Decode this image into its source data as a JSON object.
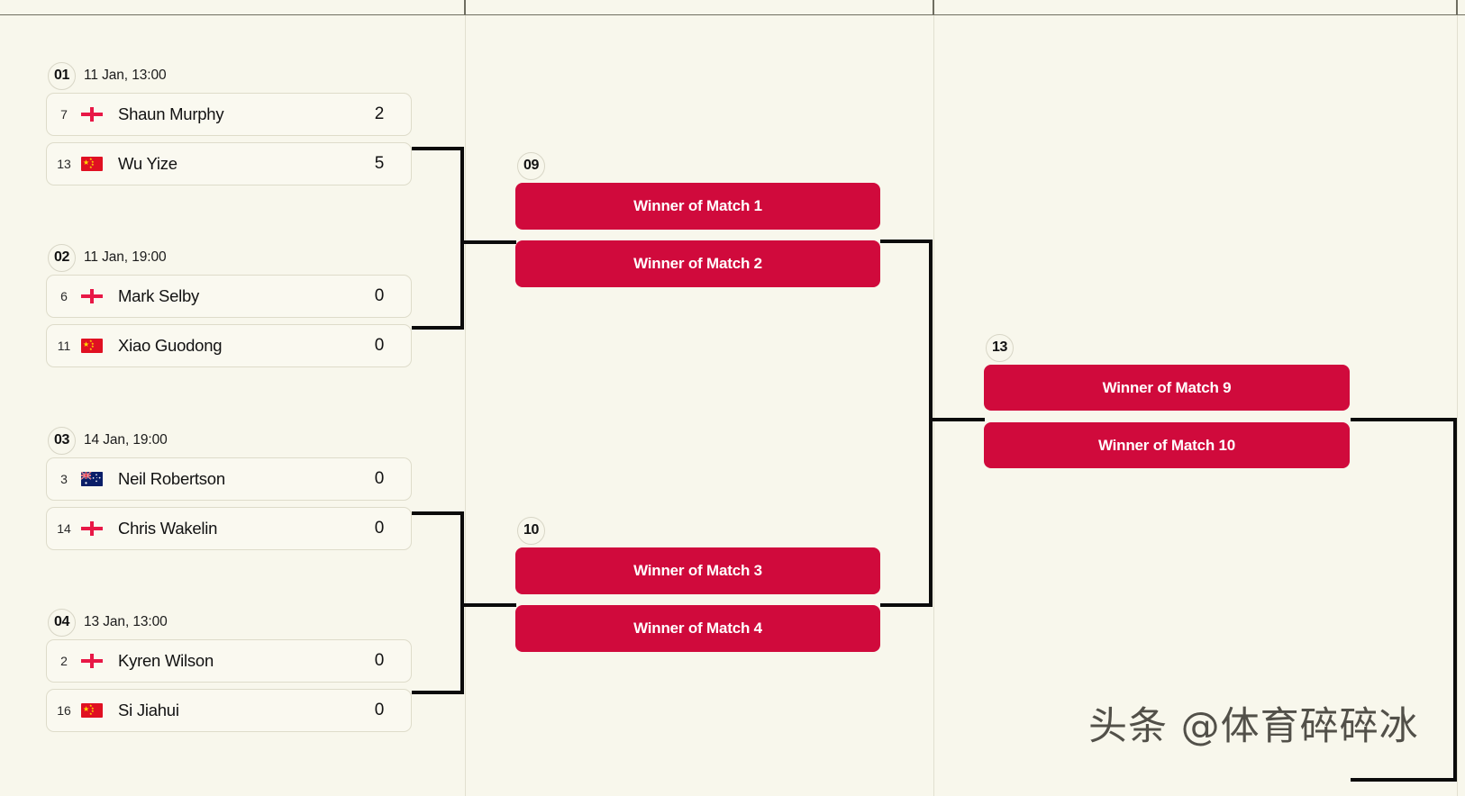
{
  "theme": {
    "background": "#f8f7ec",
    "card_bg": "#faf9f0",
    "card_border": "#dedcca",
    "winner_red": "#d00a3c",
    "line_black": "#0b0b0b",
    "divider": "#6f6e61",
    "text": "#121212"
  },
  "round1": [
    {
      "number": "01",
      "date": "11 Jan, 13:00",
      "players": [
        {
          "seed": "7",
          "flag": "england-flag",
          "name": "Shaun Murphy",
          "score": "2"
        },
        {
          "seed": "13",
          "flag": "china-flag",
          "name": "Wu Yize",
          "score": "5"
        }
      ]
    },
    {
      "number": "02",
      "date": "11 Jan, 19:00",
      "players": [
        {
          "seed": "6",
          "flag": "england-flag",
          "name": "Mark Selby",
          "score": "0"
        },
        {
          "seed": "11",
          "flag": "china-flag",
          "name": "Xiao Guodong",
          "score": "0"
        }
      ]
    },
    {
      "number": "03",
      "date": "14 Jan, 19:00",
      "players": [
        {
          "seed": "3",
          "flag": "australia-flag",
          "name": "Neil Robertson",
          "score": "0"
        },
        {
          "seed": "14",
          "flag": "england-flag",
          "name": "Chris Wakelin",
          "score": "0"
        }
      ]
    },
    {
      "number": "04",
      "date": "13 Jan, 13:00",
      "players": [
        {
          "seed": "2",
          "flag": "england-flag",
          "name": "Kyren Wilson",
          "score": "0"
        },
        {
          "seed": "16",
          "flag": "china-flag",
          "name": "Si Jiahui",
          "score": "0"
        }
      ]
    }
  ],
  "round2": [
    {
      "number": "09",
      "slots": [
        {
          "label": "Winner of Match 1"
        },
        {
          "label": "Winner of Match 2"
        }
      ]
    },
    {
      "number": "10",
      "slots": [
        {
          "label": "Winner of Match 3"
        },
        {
          "label": "Winner of Match 4"
        }
      ]
    }
  ],
  "round3": [
    {
      "number": "13",
      "slots": [
        {
          "label": "Winner of Match 9"
        },
        {
          "label": "Winner of Match 10"
        }
      ]
    }
  ],
  "watermark": {
    "text": "头条 @体育碎碎冰"
  }
}
